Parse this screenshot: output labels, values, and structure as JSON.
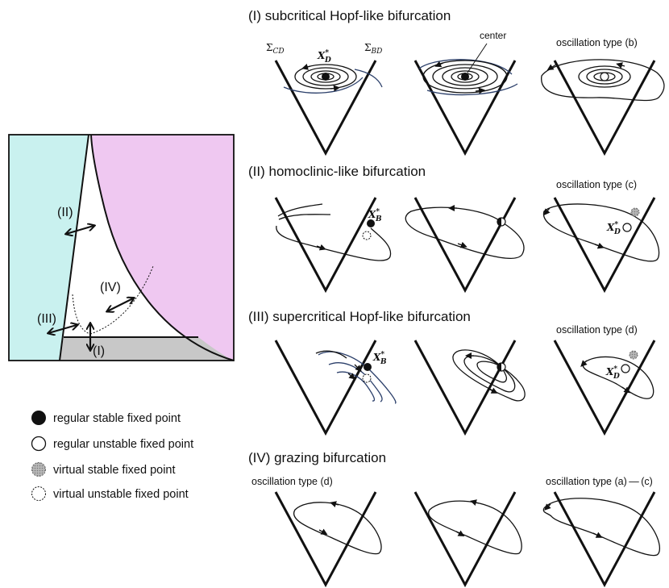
{
  "panels": [
    {
      "id": "I",
      "title": "(I) subcritical Hopf-like bifurcation",
      "osc_label": "oscillation type (b)",
      "center_label": "center",
      "fixed_point": "X",
      "fp_sub": "D"
    },
    {
      "id": "II",
      "title": "(II) homoclinic-like bifurcation",
      "osc_label": "oscillation type (c)",
      "fixed_point": "X",
      "fp_sub": "B",
      "fp2_sub": "D"
    },
    {
      "id": "III",
      "title": "(III) supercritical Hopf-like bifurcation",
      "osc_label": "oscillation type (d)",
      "fixed_point": "X",
      "fp_sub": "B",
      "fp2_sub": "D"
    },
    {
      "id": "IV",
      "title": "(IV) grazing bifurcation",
      "osc_label_left": "oscillation type (d)",
      "osc_label_right": "oscillation type (a) — (c)"
    }
  ],
  "sigma_cd": "Σ",
  "sigma_cd_sub": "CD",
  "sigma_bd": "Σ",
  "sigma_bd_sub": "BD",
  "star": "*",
  "region_labels": {
    "II": "(II)",
    "IV": "(IV)",
    "III": "(III)",
    "I": "(I)"
  },
  "legend": [
    {
      "label": "regular stable fixed point",
      "kind": "regular-stable"
    },
    {
      "label": "regular unstable fixed point",
      "kind": "regular-unstable"
    },
    {
      "label": "virtual stable fixed point",
      "kind": "virtual-stable"
    },
    {
      "label": "virtual unstable fixed point",
      "kind": "virtual-unstable"
    }
  ],
  "colors": {
    "cyan": "#c9f1ef",
    "pink": "#efc8f1",
    "gray": "#c8c8c8",
    "manifold": "#2b3f6a"
  }
}
